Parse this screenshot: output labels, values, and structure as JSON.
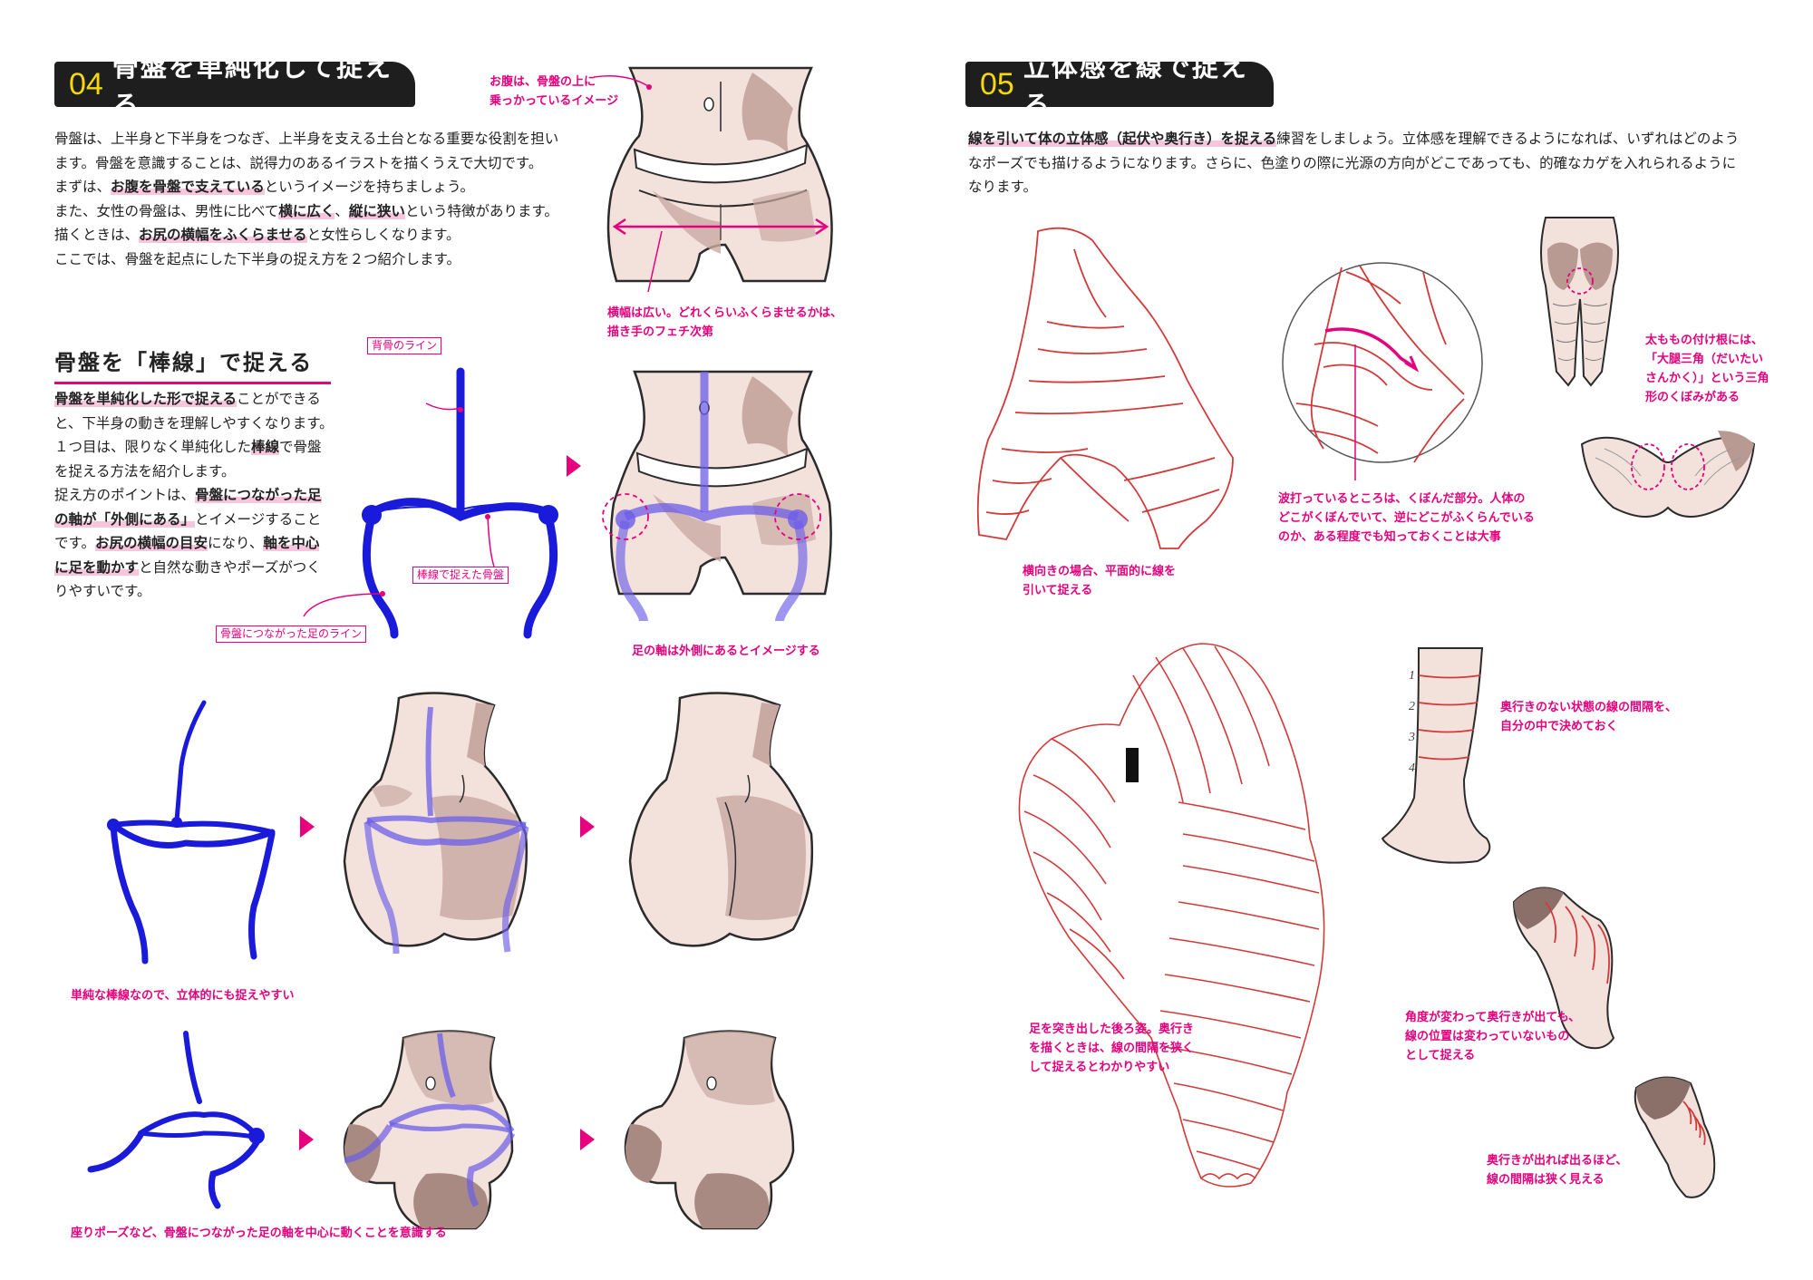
{
  "left": {
    "section_num": "04",
    "section_title": "骨盤を単純化して捉える",
    "intro_lines": [
      [
        "骨盤は、上半身と下半身をつなぎ、上半身を支える土台となる重要な役割を担い"
      ],
      [
        "ます。骨盤を意識することは、説得力のあるイラストを描くうえで大切です。"
      ],
      [
        "まずは、",
        {
          "b": "お腹を骨盤で支えている"
        },
        "というイメージを持ちましょう。"
      ],
      [
        "また、女性の骨盤は、男性に比べて",
        {
          "b": "横に広く"
        },
        "、",
        {
          "b": "縦に狭い"
        },
        "という特徴があります。"
      ],
      [
        "描くときは、",
        {
          "b": "お尻の横幅をふくらませる"
        },
        "と女性らしくなります。"
      ],
      [
        "ここでは、骨盤を起点にした下半身の捉え方を２つ紹介します。"
      ]
    ],
    "note_belly": [
      "お腹は、骨盤の上に",
      "乗っかっているイメージ"
    ],
    "note_width": [
      "横幅は広い。どれくらいふくらませるかは、",
      "描き手のフェチ次第"
    ],
    "sub_heading": "骨盤を「棒線」で捉える",
    "stick_lines": [
      [
        {
          "b": "骨盤を単純化した形で捉える"
        },
        "ことができる"
      ],
      [
        "と、下半身の動きを理解しやすくなります。"
      ],
      [
        "１つ目は、限りなく単純化した",
        {
          "b": "棒線"
        },
        "で骨盤"
      ],
      [
        "を捉える方法を紹介します。"
      ],
      [
        "捉え方のポイントは、",
        {
          "b": "骨盤につながった足"
        }
      ],
      [
        {
          "b": "の軸が「外側にある」"
        },
        "とイメージすること"
      ],
      [
        "です。",
        {
          "b": "お尻の横幅の目安"
        },
        "になり、",
        {
          "b": "軸を中心"
        }
      ],
      [
        {
          "b": "に足を動かす"
        },
        "と自然な動きやポーズがつく"
      ],
      [
        "りやすいです。"
      ]
    ],
    "tag_spine": "背骨のライン",
    "tag_pelvis": "棒線で捉えた骨盤",
    "tag_leg": "骨盤につながった足のライン",
    "note_axis": "足の軸は外側にあるとイメージする",
    "note_simple": "単純な棒線なので、立体的にも捉えやすい",
    "note_sit": "座りポーズなど、骨盤につながった足の軸を中心に動くことを意識する"
  },
  "right": {
    "section_num": "05",
    "section_title": "立体感を線で捉える",
    "intro_lines": [
      [
        {
          "b": "線を引いて体の立体感（起伏や奥行き）を捉える"
        },
        "練習をしましょう。立体感を理解できるようになれば、いずれはどのよう"
      ],
      [
        "なポーズでも描けるようになります。さらに、色塗りの際に光源の方向がどこであっても、的確なカゲを入れられるように"
      ],
      [
        "なります。"
      ]
    ],
    "note_side": [
      "横向きの場合、平面的に線を",
      "引いて捉える"
    ],
    "note_wave": [
      "波打っているところは、くぼんだ部分。人体の",
      "どこがくぼんでいて、逆にどこがふくらんでいる",
      "のか、ある程度でも知っておくことは大事"
    ],
    "note_thigh": [
      "太ももの付け根には、",
      "「大腿三角（だいたい",
      "さんかく）」という三角",
      "形のくぼみがある"
    ],
    "note_spacing": [
      "奥行きのない状態の線の間隔を、",
      "自分の中で決めておく"
    ],
    "leg_numbers": [
      "1",
      "2",
      "3",
      "4"
    ],
    "note_back": [
      "足を突き出した後ろ姿。奥行き",
      "を描くときは、線の間隔を狭く",
      "して捉えるとわかりやすい"
    ],
    "note_angle": [
      "角度が変わって奥行きが出ても、",
      "線の位置は変わっていないもの",
      "として捉える"
    ],
    "note_depth": [
      "奥行きが出れば出るほど、",
      "線の間隔は狭く見える"
    ]
  },
  "colors": {
    "accent": "#e6007e",
    "stick_blue": "#1a1adb",
    "heading_bg": "#1e1e1e",
    "heading_num": "#f5d80a",
    "skin": "#f3e1dc",
    "skin_shadow": "#b89a92",
    "line_red": "#d23a3a"
  }
}
